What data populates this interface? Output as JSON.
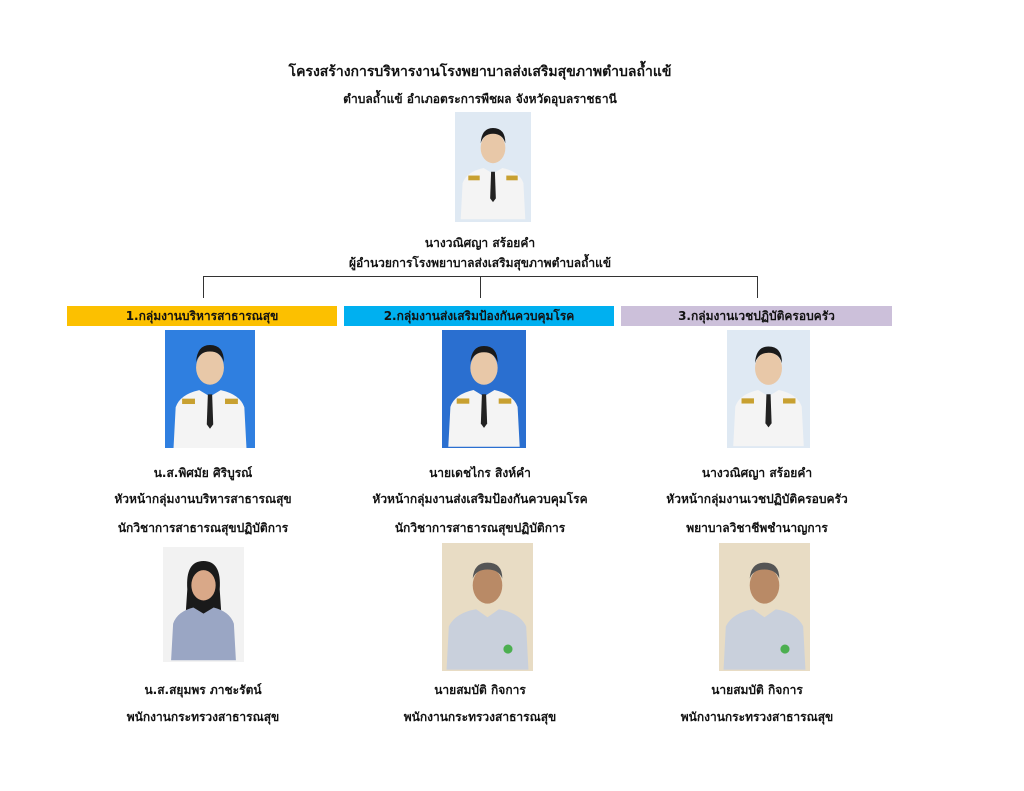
{
  "header": {
    "title": "โครงสร้างการบริหารงานโรงพยาบาลส่งเสริมสุขภาพตำบลถ้ำแข้",
    "subtitle": "ตำบลถ้ำแข้  อำเภอตระการพืชผล   จังหวัดอุบลราชธานี"
  },
  "director": {
    "name": "นางวณิศญา  สร้อยคำ",
    "position": "ผู้อำนวยการโรงพยาบาลส่งเสริมสุขภาพตำบลถ้ำแข้"
  },
  "groups": [
    {
      "label": "1.กลุ่มงานบริหารสาธารณสุข",
      "color": "#fcc000",
      "head": {
        "name": "น.ส.พิศมัย  ศิริบูรณ์",
        "role": "หัวหน้ากลุ่มงานบริหารสาธารณสุข",
        "title": "นักวิชาการสาธารณสุขปฏิบัติการ"
      },
      "staff": {
        "name": "น.ส.สยุมพร  ภาชะรัตน์",
        "title": "พนักงานกระทรวงสาธารณสุข"
      }
    },
    {
      "label": "2.กลุ่มงานส่งเสริมป้องกันควบคุมโรค",
      "color": "#00b0f0",
      "head": {
        "name": "นายเดชไกร  สิงห์คำ",
        "role": "หัวหน้ากลุ่มงานส่งเสริมป้องกันควบคุมโรค",
        "title": "นักวิชาการสาธารณสุขปฏิบัติการ"
      },
      "staff": {
        "name": "นายสมบัติ  กิจการ",
        "title": "พนักงานกระทรวงสาธารณสุข"
      }
    },
    {
      "label": "3.กลุ่มงานเวชปฏิบัติครอบครัว",
      "color": "#ccc0da",
      "head": {
        "name": "นางวณิศญา  สร้อยคำ",
        "role": "หัวหน้ากลุ่มงานเวชปฏิบัติครอบครัว",
        "title": "พยาบาลวิชาชีพชำนาญการ"
      },
      "staff": {
        "name": "นายสมบัติ  กิจการ",
        "title": "พนักงานกระทรวงสาธารณสุข"
      }
    }
  ]
}
